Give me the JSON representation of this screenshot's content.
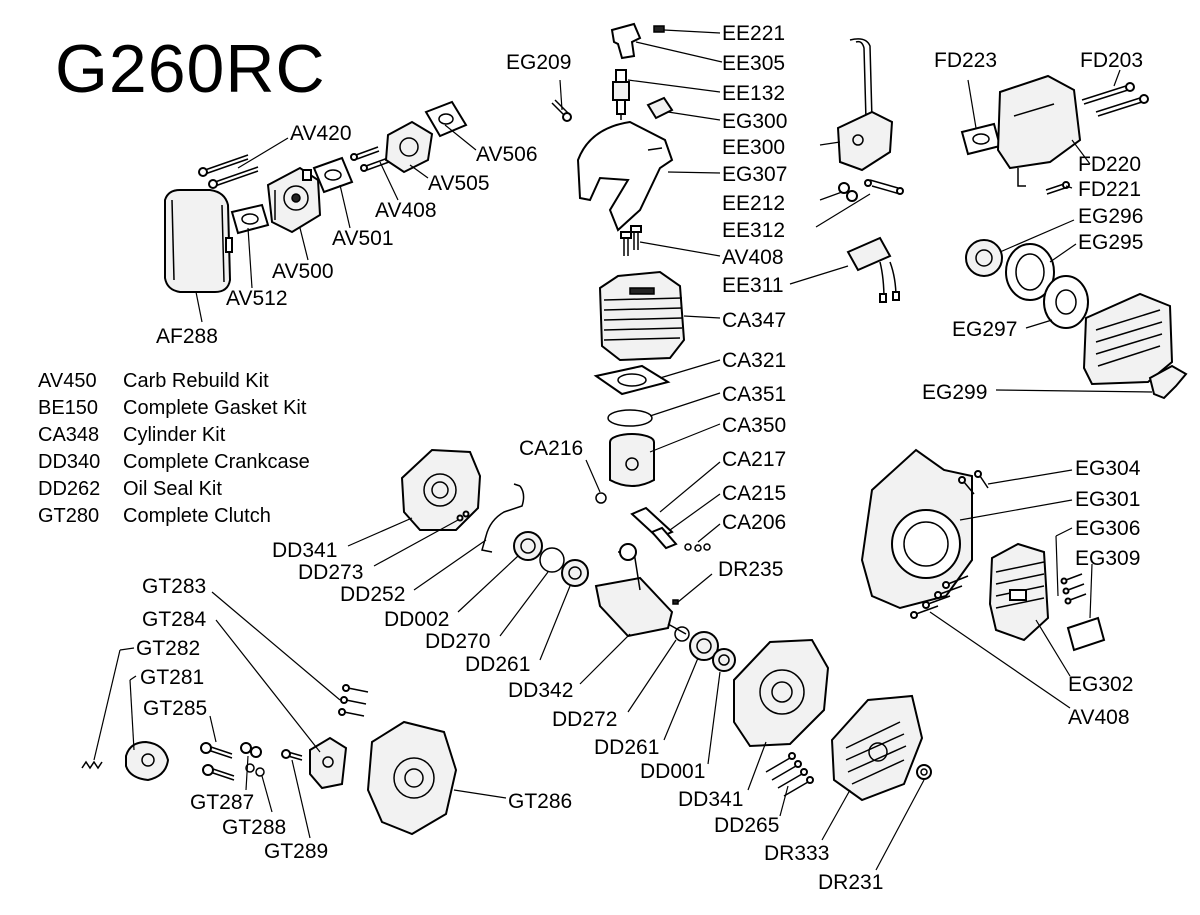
{
  "title": "G260RC",
  "kits": [
    {
      "code": "AV450",
      "desc": "Carb Rebuild Kit"
    },
    {
      "code": "BE150",
      "desc": "Complete Gasket Kit"
    },
    {
      "code": "CA348",
      "desc": "Cylinder Kit"
    },
    {
      "code": "DD340",
      "desc": "Complete Crankcase"
    },
    {
      "code": "DD262",
      "desc": "Oil Seal Kit"
    },
    {
      "code": "GT280",
      "desc": "Complete Clutch"
    }
  ],
  "labels": {
    "ee221": "EE221",
    "ee305": "EE305",
    "eg209": "EG209",
    "ee132": "EE132",
    "eg300": "EG300",
    "ee300": "EE300",
    "eg307": "EG307",
    "ee212": "EE212",
    "ee312": "EE312",
    "av408_top": "AV408",
    "ee311": "EE311",
    "ca347": "CA347",
    "ca321": "CA321",
    "ca351": "CA351",
    "ca350": "CA350",
    "ca216": "CA216",
    "ca217": "CA217",
    "ca215": "CA215",
    "ca206": "CA206",
    "dr235": "DR235",
    "fd223": "FD223",
    "fd203": "FD203",
    "fd220": "FD220",
    "fd221": "FD221",
    "eg296": "EG296",
    "eg295": "EG295",
    "eg297": "EG297",
    "eg299": "EG299",
    "eg304": "EG304",
    "eg301": "EG301",
    "eg306": "EG306",
    "eg309": "EG309",
    "eg302": "EG302",
    "av408_right": "AV408",
    "av420": "AV420",
    "av506": "AV506",
    "av505": "AV505",
    "av408_left": "AV408",
    "av501": "AV501",
    "av500": "AV500",
    "av512": "AV512",
    "af288": "AF288",
    "dd341_left": "DD341",
    "dd273": "DD273",
    "dd252": "DD252",
    "dd002": "DD002",
    "dd270": "DD270",
    "dd261_left": "DD261",
    "dd342": "DD342",
    "dd272": "DD272",
    "dd261_mid": "DD261",
    "dd001": "DD001",
    "dd341_mid": "DD341",
    "dd265": "DD265",
    "dr333": "DR333",
    "dr231": "DR231",
    "gt283": "GT283",
    "gt284": "GT284",
    "gt282": "GT282",
    "gt281": "GT281",
    "gt285": "GT285",
    "gt287": "GT287",
    "gt288": "GT288",
    "gt289": "GT289",
    "gt286": "GT286"
  }
}
